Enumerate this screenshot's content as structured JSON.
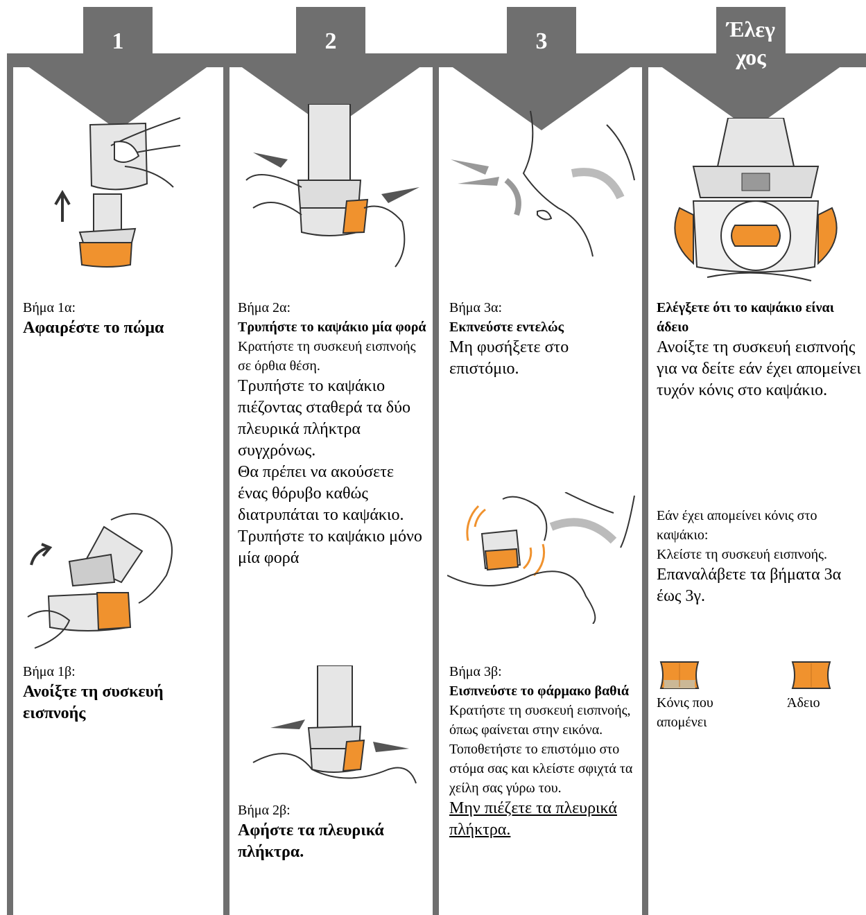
{
  "arrows": [
    "1",
    "2",
    "3",
    "Έλεγ χος"
  ],
  "col1": {
    "s1a_label": "Βήμα 1α:",
    "s1a_title": "Αφαιρέστε το πώμα",
    "s1b_label": "Βήμα 1β:",
    "s1b_title": "Ανοίξτε τη συσκευή εισπνοής"
  },
  "col2": {
    "s2a_label": "Βήμα 2α:",
    "s2a_title": "Τρυπήστε το καψάκιο μία φορά",
    "s2a_p1": "Κρατήστε τη συσκευή εισπνοής σε όρθια θέση.",
    "s2a_p2": "Τρυπήστε το καψάκιο πιέζοντας σταθερά τα δύο πλευρικά πλήκτρα συγχρόνως.",
    "s2a_p3": "Θα πρέπει να ακούσετε ένας θόρυβο καθώς διατρυπάται το καψάκιο. Τρυπήστε το καψάκιο μόνο μία φορά",
    "s2b_label": "Βήμα 2β:",
    "s2b_title": "Αφήστε τα πλευρικά πλήκτρα."
  },
  "col3": {
    "s3a_label": "Βήμα 3α:",
    "s3a_title": "Εκπνεύστε εντελώς",
    "s3a_p1": "Μη φυσήξετε στο επιστόμιο.",
    "s3b_label": "Βήμα 3β:",
    "s3b_title": "Εισπνεύστε το φάρμακο βαθιά",
    "s3b_p1": "Κρατήστε τη συσκευή εισπνοής, όπως φαίνεται στην εικόνα.",
    "s3b_p2": "Τοποθετήστε το επιστόμιο στο στόμα σας και κλείστε σφιχτά τα χείλη σας γύρω του.",
    "s3b_p3": "Μην πιέζετε τα πλευρικά πλήκτρα."
  },
  "col4": {
    "check_title": "Ελέγξετε ότι το καψάκιο είναι άδειο",
    "check_p1": "Ανοίξτε τη συσκευή εισπνοής για να δείτε εάν έχει απομείνει τυχόν κόνις στο καψάκιο.",
    "if_p1": "Εάν έχει απομείνει κόνις στο καψάκιο:",
    "if_p2": "Κλείστε τη συσκευή εισπνοής.",
    "if_p3": "Επαναλάβετε τα βήματα 3α έως 3γ.",
    "caption_remaining": "Κόνις που απομένει",
    "caption_empty": "Άδειο"
  },
  "colors": {
    "arrow": "#6f6f6f",
    "orange": "#f0922e",
    "line": "#6f6f6f"
  }
}
